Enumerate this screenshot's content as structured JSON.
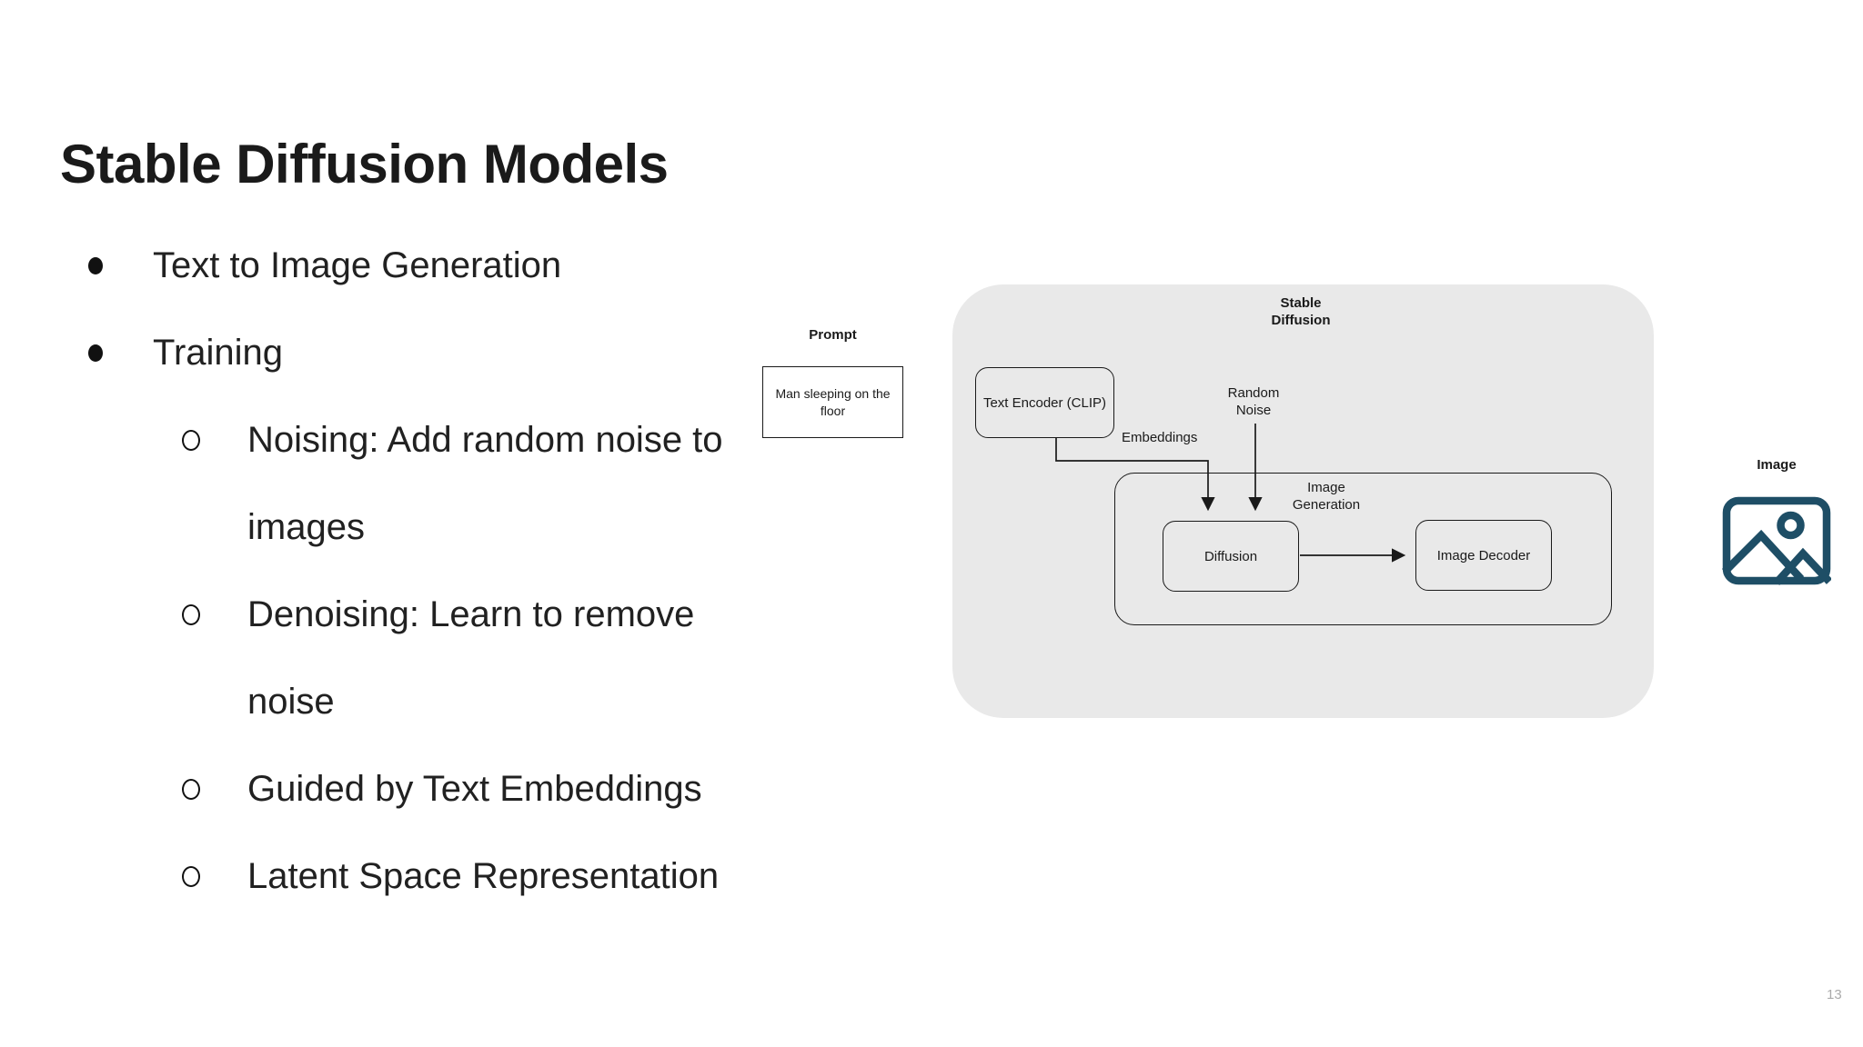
{
  "slide": {
    "title": "Stable Diffusion Models",
    "page_number": "13",
    "bullets": [
      {
        "label": "Text to Image Generation",
        "children": []
      },
      {
        "label": "Training",
        "children": [
          "Noising: Add random noise to images",
          "Denoising: Learn to remove noise",
          "Guided by Text Embeddings",
          "Latent Space Representation"
        ]
      }
    ]
  },
  "diagram": {
    "prompt": {
      "label": "Prompt",
      "text": "Man sleeping on the floor"
    },
    "container": {
      "title": "Stable Diffusion",
      "text_encoder_label": "Text Encoder (CLIP)",
      "embeddings_label": "Embeddings",
      "random_noise_label": "Random Noise",
      "image_generation": {
        "label": "Image Generation",
        "diffusion_label": "Diffusion",
        "decoder_label": "Image Decoder"
      }
    },
    "output": {
      "label": "Image",
      "icon": "picture-icon"
    },
    "colors": {
      "container_bg": "#e9e9e9",
      "line": "#1a1a1a",
      "icon_blue": "#1e4e66",
      "page_number_gray": "#ababab"
    }
  }
}
